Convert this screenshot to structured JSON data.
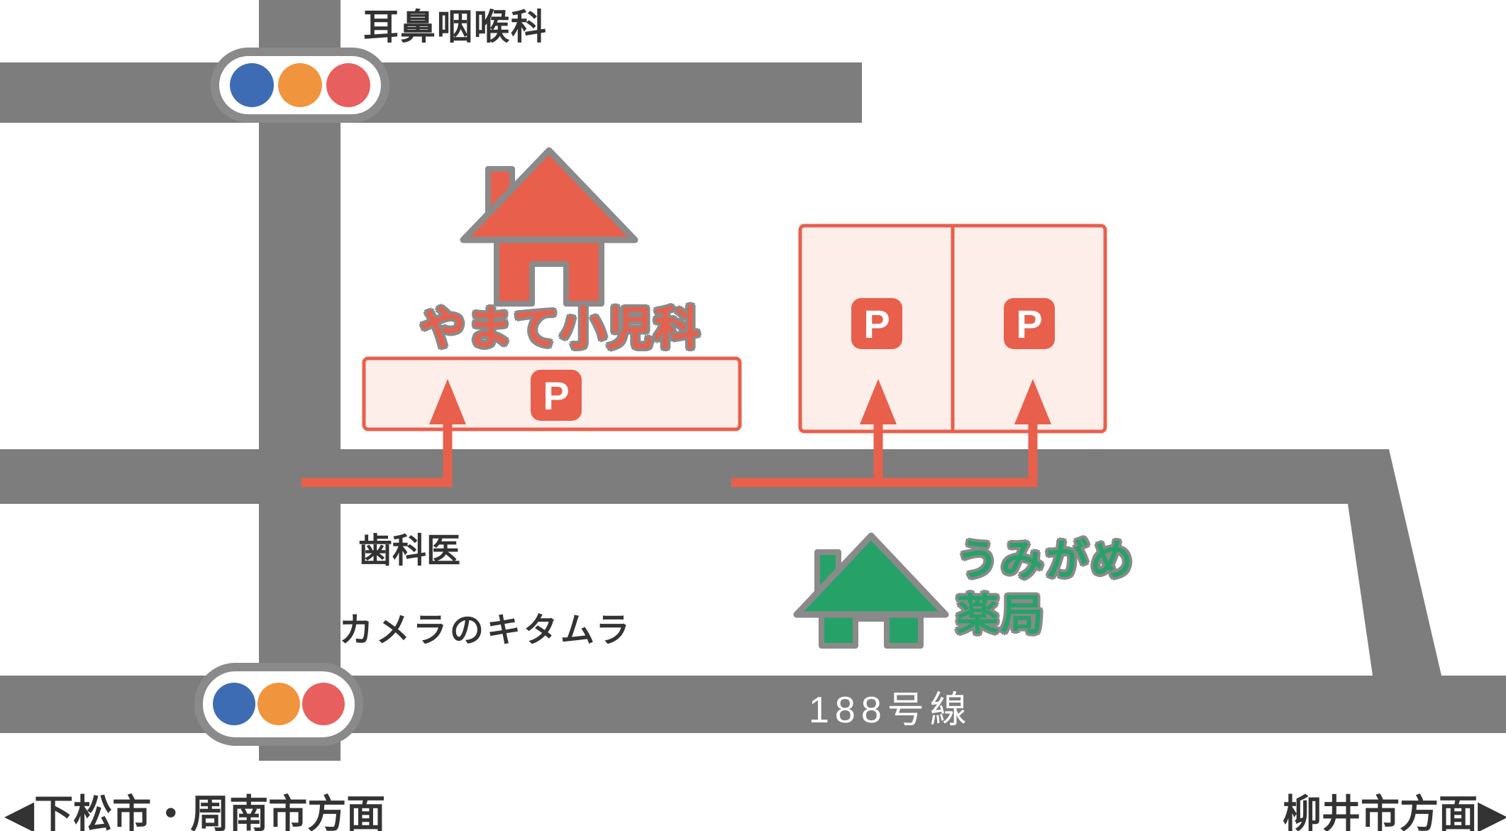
{
  "colors": {
    "road": "#7d7d7d",
    "outline_gray": "#8a8a8a",
    "clinic_red": "#e8604c",
    "parking_fill": "#fdeeea",
    "pharmacy_green": "#26a269",
    "text_dark": "#333333",
    "route_text": "#ffffff",
    "signal_blue": "#3e6cb4",
    "signal_yellow": "#f0953d",
    "signal_red": "#e85f60"
  },
  "landmarks": {
    "top": "耳鼻咽喉科",
    "clinic_name": "やまて小児科",
    "pharmacy_name_line1": "うみがめ",
    "pharmacy_name_line2": "薬局",
    "side_1": "歯科医",
    "side_2": "カメラのキタムラ"
  },
  "roads": {
    "route_label": "188号線"
  },
  "directions": {
    "left": "◀下松市・周南市方面",
    "right": "柳井市方面▶"
  },
  "parking": {
    "letter": "P",
    "count": 3
  }
}
